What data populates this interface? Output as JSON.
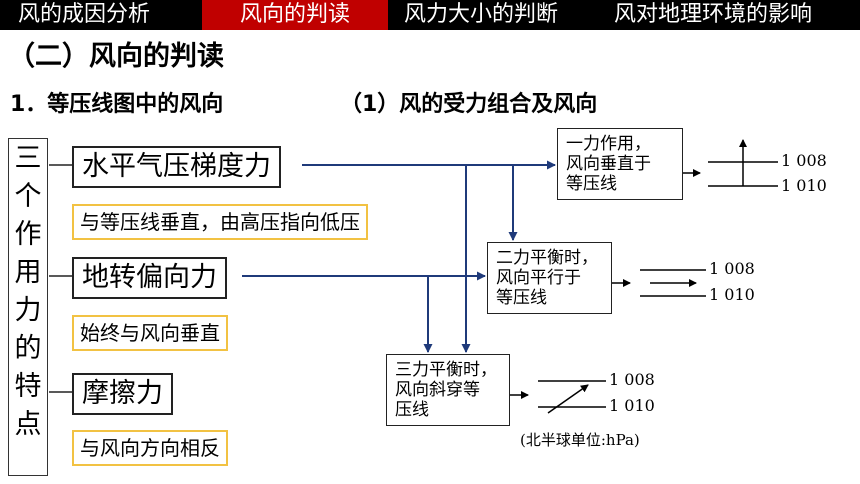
{
  "nav": {
    "tabs": [
      {
        "label": "风的成因分析"
      },
      {
        "label": "风向的判读"
      },
      {
        "label": "风力大小的判断"
      },
      {
        "label": "风对地理环境的影响"
      }
    ],
    "active_index": 1,
    "active_color": "#c00000"
  },
  "heading": "（二）风向的判读",
  "subheading": "1．等压线图中的风向",
  "subheading2": "（1）风的受力组合及风向",
  "left_title_chars": [
    "三",
    "个",
    "作",
    "用",
    "力",
    "的",
    "特",
    "点"
  ],
  "forces": [
    {
      "name": "水平气压梯度力",
      "desc": "与等压线垂直，由高压指向低压"
    },
    {
      "name": "地转偏向力",
      "desc": "始终与风向垂直"
    },
    {
      "name": "摩擦力",
      "desc": "与风向方向相反"
    }
  ],
  "states": [
    {
      "lines": [
        "一力作用，",
        "风向垂直于",
        "等压线"
      ],
      "p_top": "1 008",
      "p_bottom": "1 010"
    },
    {
      "lines": [
        "二力平衡时，",
        "风向平行于",
        "等压线"
      ],
      "p_top": "1 008",
      "p_bottom": "1 010"
    },
    {
      "lines": [
        "三力平衡时，",
        "风向斜穿等",
        "压线"
      ],
      "p_top": "1 008",
      "p_bottom": "1 010"
    }
  ],
  "unit_note": "(北半球单位:hPa)",
  "colors": {
    "arrow": "#1f3a7a",
    "desc_border": "#f2c243"
  }
}
